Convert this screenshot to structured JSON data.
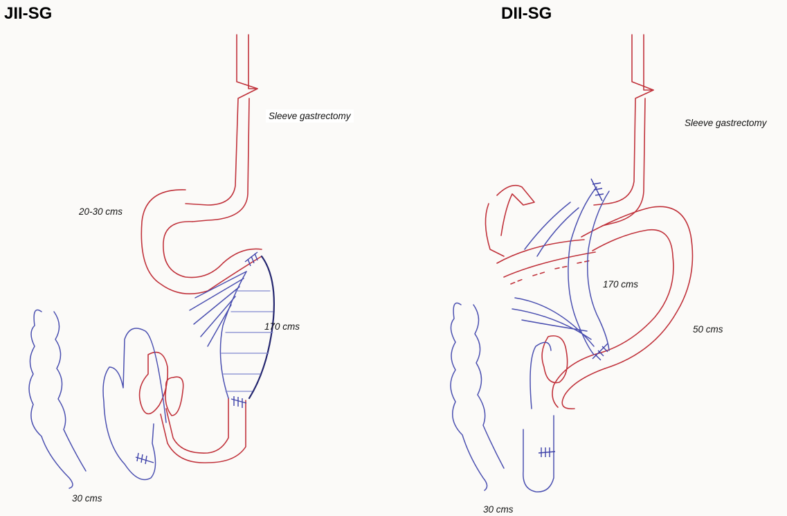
{
  "panels": {
    "left": {
      "title": "JII-SG",
      "labels": {
        "sleeve": "Sleeve gastrectomy",
        "first_limb": "20-30 cms",
        "bp_limb": "170 cms",
        "common_channel": "30 cms"
      }
    },
    "right": {
      "title": "DII-SG",
      "labels": {
        "sleeve": "Sleeve gastrectomy",
        "bp_limb": "170 cms",
        "alimentary_limb": "50 cms",
        "common_channel": "30 cms"
      }
    }
  },
  "colors": {
    "stomach_and_limbs": "#c0313a",
    "biliopancreatic_limb": "#4a4fb0",
    "mesentery_shading": "#9aa0e0"
  }
}
